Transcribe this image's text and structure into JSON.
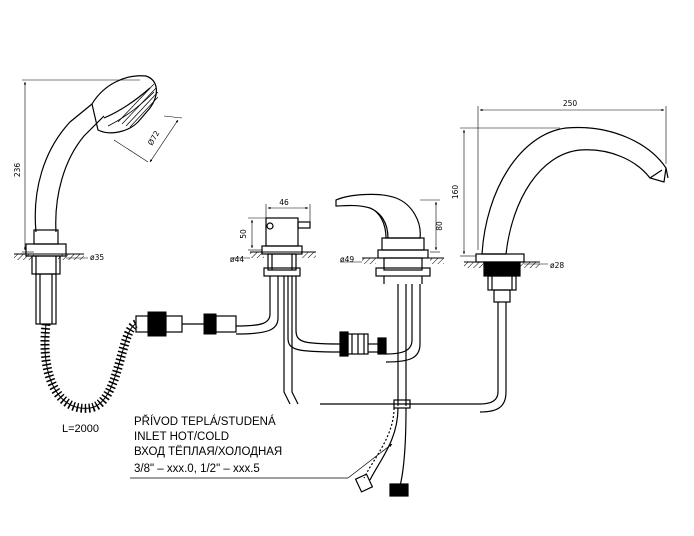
{
  "dimensions": {
    "shower_height": "236",
    "shower_head_diameter": "Ø72",
    "shower_base_diameter": "ø35",
    "diverter_width": "46",
    "diverter_height": "50",
    "diverter_base_diameter": "ø44",
    "mixer_height": "80",
    "mixer_base_diameter": "ø49",
    "spout_width": "250",
    "spout_height": "160",
    "spout_base_diameter": "ø28"
  },
  "hose_length": "L=2000",
  "inlet_note": {
    "line1": "PŘÍVOD TEPLÁ/STUDENÁ",
    "line2": "INLET HOT/COLD",
    "line3": "ВХОД ТЁПЛАЯ/ХОЛОДНАЯ",
    "line4": "3/8\" – xxx.0, 1/2\" – xxx.5"
  }
}
